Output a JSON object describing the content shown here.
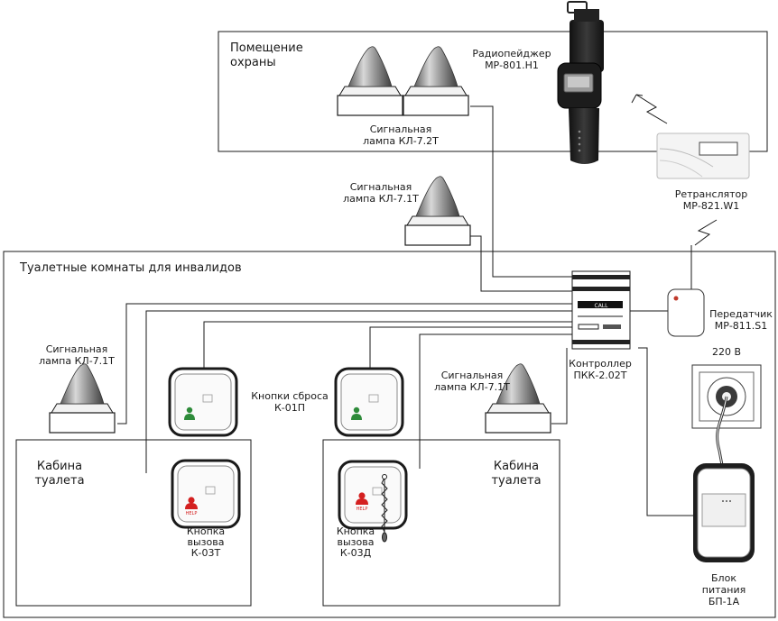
{
  "rooms": {
    "guard_room": [
      "Помещение",
      "охраны"
    ],
    "toilets": "Туалетные комнаты для инвалидов",
    "cabin_left": [
      "Кабина",
      "туалета"
    ],
    "cabin_right": [
      "Кабина",
      "туалета"
    ]
  },
  "devices": {
    "pager": [
      "Радиопейджер",
      "МР-801.Н1"
    ],
    "lamp_kl72": [
      "Сигнальная",
      "лампа КЛ-7.2Т"
    ],
    "lamp_kl71_top": [
      "Сигнальная",
      "лампа КЛ-7.1Т"
    ],
    "lamp_kl71_left": [
      "Сигнальная",
      "лампа КЛ-7.1Т"
    ],
    "lamp_kl71_right": [
      "Сигнальная",
      "лампа КЛ-7.1Т"
    ],
    "repeater": [
      "Ретранслятор",
      "МР-821.W1"
    ],
    "transmitter": [
      "Передатчик",
      "МР-811.S1"
    ],
    "controller": [
      "Контроллер",
      "ПКК-2.02Т"
    ],
    "reset_buttons": [
      "Кнопки сброса",
      "К-01П"
    ],
    "call_button_k03t": [
      "Кнопка",
      "вызова",
      "К-03Т"
    ],
    "call_button_k03d": [
      "Кнопка",
      "вызова",
      "К-03Д"
    ],
    "socket": "220 В",
    "power_supply": [
      "Блок",
      "питания",
      "БП-1А"
    ]
  },
  "panel_text": {
    "controller_call": "CALL",
    "help": "HELP"
  },
  "colors": {
    "line": "#1a1a1a",
    "reset_icon": "#2e8b3a",
    "help_icon": "#d42020"
  }
}
